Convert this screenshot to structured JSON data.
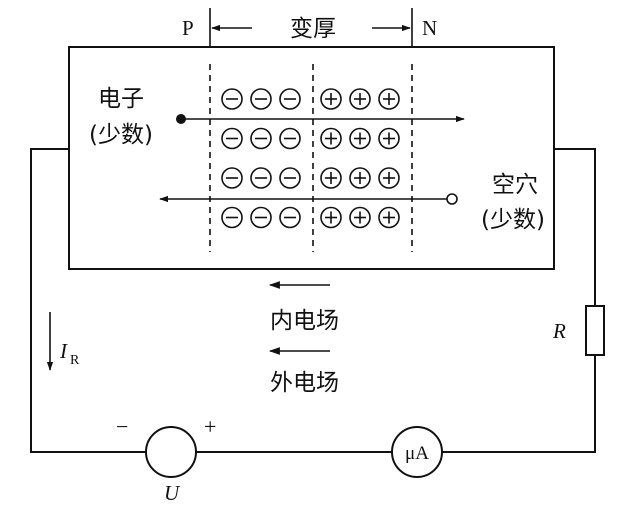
{
  "junction": {
    "p_label": "P",
    "n_label": "N",
    "width_label": "变厚"
  },
  "carriers": {
    "electron_label": "电子",
    "electron_note": "(少数)",
    "hole_label": "空穴",
    "hole_note": "(少数)"
  },
  "ions": {
    "negative_symbol": "−",
    "positive_symbol": "+",
    "rows": 4,
    "per_side": 3
  },
  "fields": {
    "inner": "内电场",
    "outer": "外电场"
  },
  "circuit": {
    "current_label": "I",
    "current_subscript": "R",
    "resistor_label": "R",
    "source_label": "U",
    "minus_sign": "−",
    "plus_sign": "+",
    "meter_label": "μA"
  }
}
